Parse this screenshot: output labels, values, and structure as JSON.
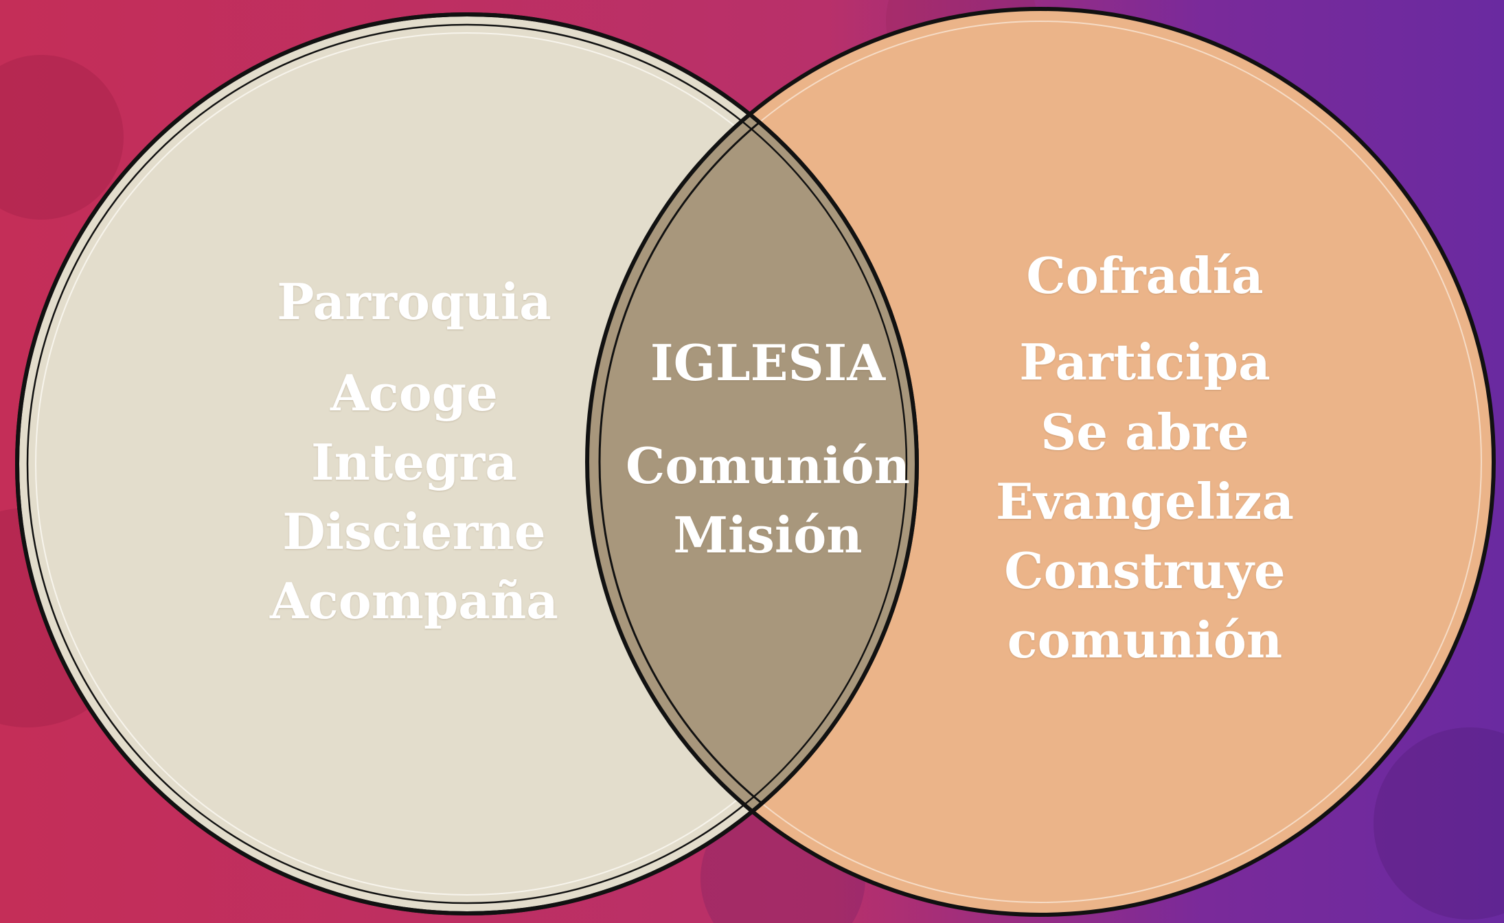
{
  "colors": {
    "background_left": "#c8325c",
    "background_right": "#6a2aa0",
    "left_circle_fill": "#e3ddcc",
    "right_circle_fill": "#ebb489",
    "intersection_fill": "#a8977c",
    "outline": "#111111",
    "text": "#ffffff"
  },
  "left_circle": {
    "title": "Parroquia",
    "items": [
      "Acoge",
      "Integra",
      "Discierne",
      "Acompaña"
    ]
  },
  "intersection": {
    "title": "IGLESIA",
    "items": [
      "Comunión",
      "Misión"
    ]
  },
  "right_circle": {
    "title": "Cofradía",
    "items": [
      "Participa",
      "Se abre",
      "Evangeliza",
      "Construye",
      "comunión"
    ]
  }
}
